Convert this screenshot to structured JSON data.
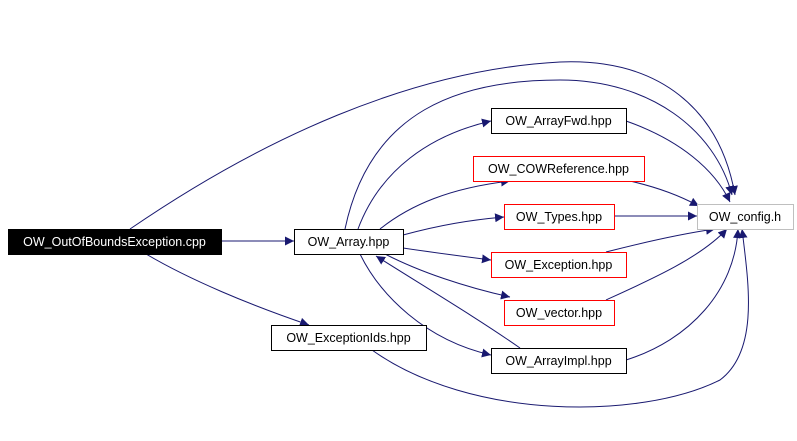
{
  "colors": {
    "edge": "#191970",
    "default_border": "#000000",
    "incomplete_border": "#ff0000",
    "root_fill": "#000000",
    "root_text": "#ffffff",
    "config_border": "#bfbfbf"
  },
  "nodes": [
    {
      "id": "root",
      "label": "OW_OutOfBoundsException.cpp",
      "style": "root"
    },
    {
      "id": "array",
      "label": "OW_Array.hpp",
      "style": "normal"
    },
    {
      "id": "exids",
      "label": "OW_ExceptionIds.hpp",
      "style": "normal"
    },
    {
      "id": "arrayfwd",
      "label": "OW_ArrayFwd.hpp",
      "style": "normal"
    },
    {
      "id": "cowref",
      "label": "OW_COWReference.hpp",
      "style": "incomplete"
    },
    {
      "id": "types",
      "label": "OW_Types.hpp",
      "style": "incomplete"
    },
    {
      "id": "exception",
      "label": "OW_Exception.hpp",
      "style": "incomplete"
    },
    {
      "id": "vector",
      "label": "OW_vector.hpp",
      "style": "incomplete"
    },
    {
      "id": "arrayimpl",
      "label": "OW_ArrayImpl.hpp",
      "style": "normal"
    },
    {
      "id": "config",
      "label": "OW_config.h",
      "style": "config"
    }
  ],
  "edges": [
    {
      "from": "root",
      "to": "array"
    },
    {
      "from": "root",
      "to": "exids"
    },
    {
      "from": "root",
      "to": "config"
    },
    {
      "from": "array",
      "to": "arrayfwd"
    },
    {
      "from": "array",
      "to": "cowref"
    },
    {
      "from": "array",
      "to": "types"
    },
    {
      "from": "array",
      "to": "exception"
    },
    {
      "from": "array",
      "to": "vector"
    },
    {
      "from": "array",
      "to": "arrayimpl"
    },
    {
      "from": "array",
      "to": "config"
    },
    {
      "from": "arrayimpl",
      "to": "array"
    },
    {
      "from": "arrayfwd",
      "to": "config"
    },
    {
      "from": "cowref",
      "to": "config"
    },
    {
      "from": "types",
      "to": "config"
    },
    {
      "from": "exception",
      "to": "config"
    },
    {
      "from": "vector",
      "to": "config"
    },
    {
      "from": "arrayimpl",
      "to": "config"
    },
    {
      "from": "exids",
      "to": "config"
    }
  ]
}
